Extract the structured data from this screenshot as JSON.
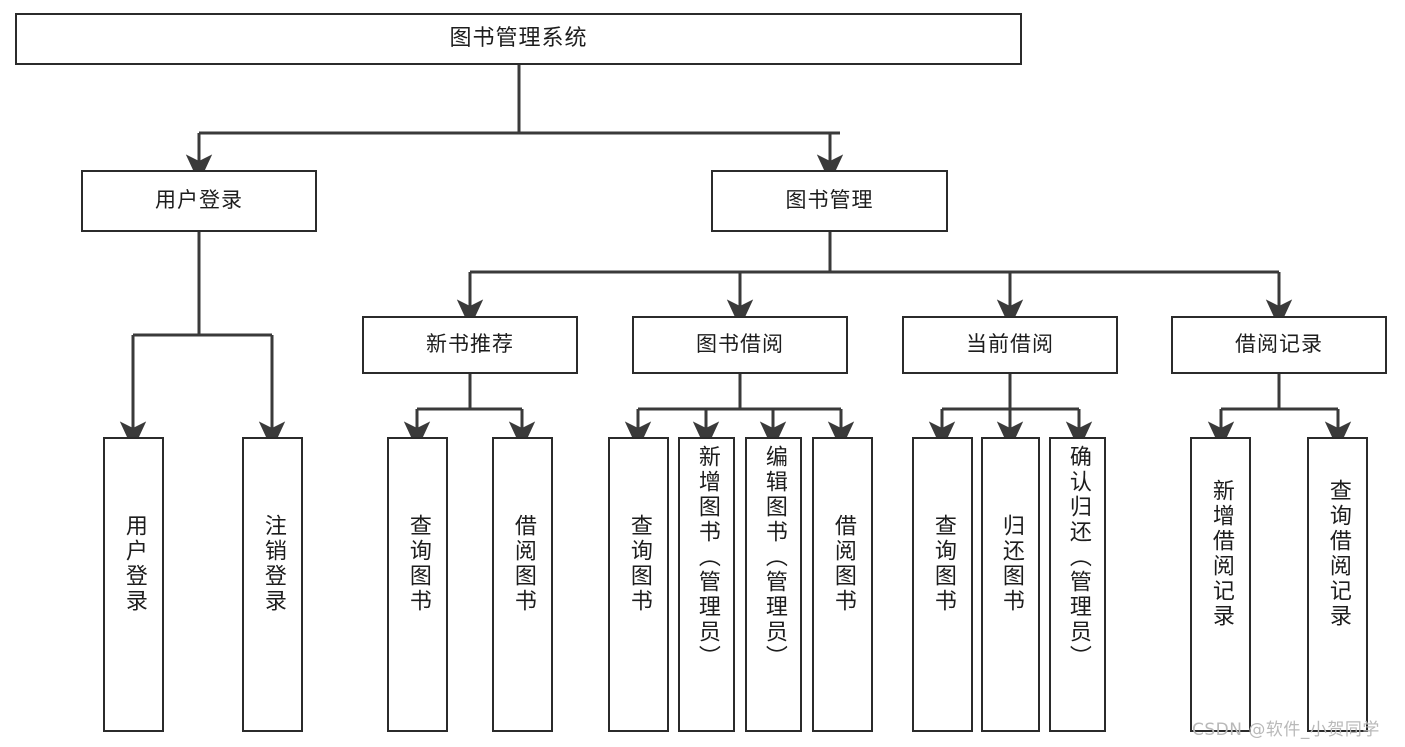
{
  "diagram": {
    "type": "tree",
    "title": "图书管理系统",
    "orientation": "top-down",
    "watermark": "CSDN @软件_小贺同学",
    "colors": {
      "box_border": "#2b2b2b",
      "box_fill": "#ffffff",
      "edge": "#3a3a3a",
      "text": "#1d1d1d",
      "watermark": "#b9b9b9",
      "background": "#ffffff"
    },
    "nodes": {
      "root": {
        "label": "图书管理系统",
        "level": 0
      },
      "l1": [
        {
          "id": "user_login",
          "label": "用户登录",
          "level": 1
        },
        {
          "id": "book_manage",
          "label": "图书管理",
          "level": 1
        }
      ],
      "l2": [
        {
          "id": "new_book_rec",
          "label": "新书推荐",
          "level": 2,
          "parent": "book_manage"
        },
        {
          "id": "book_borrow",
          "label": "图书借阅",
          "level": 2,
          "parent": "book_manage"
        },
        {
          "id": "current_borrow",
          "label": "当前借阅",
          "level": 2,
          "parent": "book_manage"
        },
        {
          "id": "borrow_record",
          "label": "借阅记录",
          "level": 2,
          "parent": "book_manage"
        }
      ],
      "leaves": [
        {
          "id": "leaf_user_login",
          "label": "用户登录",
          "parent": "user_login"
        },
        {
          "id": "leaf_user_logout",
          "label": "注销登录",
          "parent": "user_login"
        },
        {
          "id": "leaf_rec_query",
          "label": "查询图书",
          "parent": "new_book_rec"
        },
        {
          "id": "leaf_rec_borrow",
          "label": "借阅图书",
          "parent": "new_book_rec"
        },
        {
          "id": "leaf_borrow_query",
          "label": "查询图书",
          "parent": "book_borrow"
        },
        {
          "id": "leaf_borrow_add",
          "label": "新增图书（管理员）",
          "parent": "book_borrow"
        },
        {
          "id": "leaf_borrow_edit",
          "label": "编辑图书（管理员）",
          "parent": "book_borrow"
        },
        {
          "id": "leaf_borrow_do",
          "label": "借阅图书",
          "parent": "book_borrow"
        },
        {
          "id": "leaf_cur_query",
          "label": "查询图书",
          "parent": "current_borrow"
        },
        {
          "id": "leaf_cur_return",
          "label": "归还图书",
          "parent": "current_borrow"
        },
        {
          "id": "leaf_cur_confirm",
          "label": "确认归还（管理员）",
          "parent": "current_borrow"
        },
        {
          "id": "leaf_rec_add",
          "label": "新增借阅记录",
          "parent": "borrow_record"
        },
        {
          "id": "leaf_rec_query2",
          "label": "查询借阅记录",
          "parent": "borrow_record"
        }
      ]
    }
  }
}
